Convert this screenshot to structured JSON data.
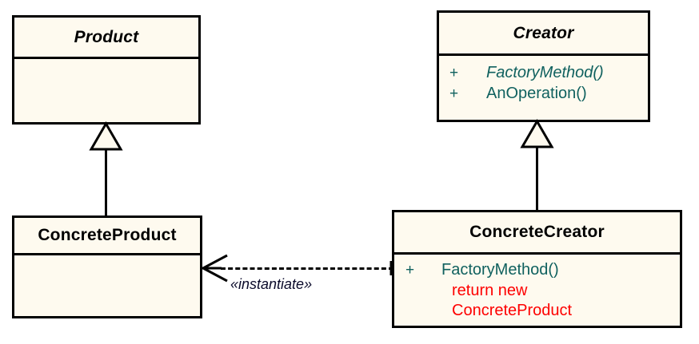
{
  "diagram": {
    "kind": "uml-class-diagram",
    "pattern_name": "Factory Method",
    "background_color": "#ffffff",
    "box_fill_color": "#fefaef",
    "box_border_color": "#000000",
    "member_text_color": "#10615f",
    "code_text_color": "#fe0000",
    "stereotype_text_color": "#0b0b2b"
  },
  "classes": {
    "product": {
      "name": "Product",
      "abstract": true,
      "members": []
    },
    "creator": {
      "name": "Creator",
      "abstract": true,
      "members": [
        {
          "visibility": "+",
          "signature": "FactoryMethod()",
          "abstract": true
        },
        {
          "visibility": "+",
          "signature": "AnOperation()",
          "abstract": false
        }
      ]
    },
    "concrete_product": {
      "name": "ConcreteProduct",
      "abstract": false,
      "members": []
    },
    "concrete_creator": {
      "name": "ConcreteCreator",
      "abstract": false,
      "members": [
        {
          "visibility": "+",
          "signature": "FactoryMethod()",
          "abstract": false
        }
      ],
      "code_lines": [
        "return new",
        "ConcreteProduct"
      ]
    }
  },
  "relationships": {
    "generalization_product": {
      "type": "generalization",
      "from": "ConcreteProduct",
      "to": "Product",
      "arrowhead": "hollow-triangle"
    },
    "generalization_creator": {
      "type": "generalization",
      "from": "ConcreteCreator",
      "to": "Creator",
      "arrowhead": "hollow-triangle"
    },
    "dependency_instantiate": {
      "type": "dependency",
      "from": "ConcreteCreator",
      "to": "ConcreteProduct",
      "line_style": "dashed",
      "arrowhead": "open-arrow",
      "stereotype": "«instantiate»"
    }
  }
}
